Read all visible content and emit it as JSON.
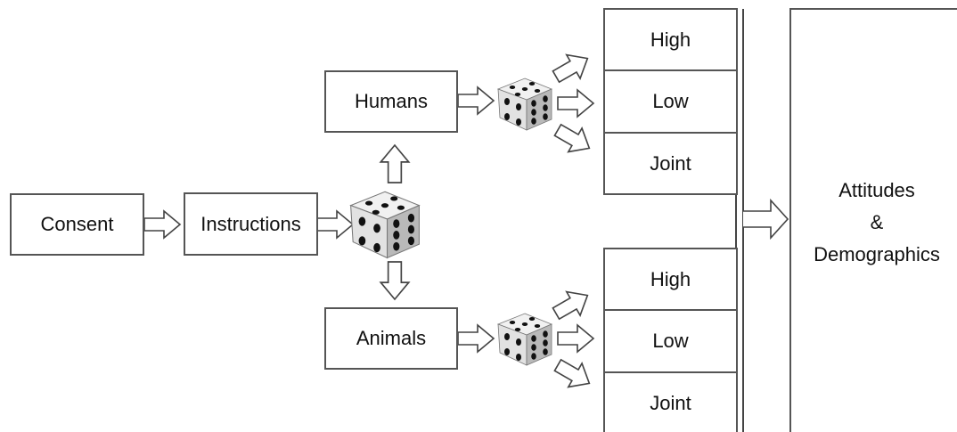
{
  "diagram": {
    "consent": "Consent",
    "instructions": "Instructions",
    "humans": "Humans",
    "animals": "Animals",
    "humans_conditions": [
      "High",
      "Low",
      "Joint"
    ],
    "animals_conditions": [
      "High",
      "Low",
      "Joint"
    ],
    "final": {
      "line1": "Attitudes",
      "line2": "&",
      "line3": "Demographics"
    },
    "icons": {
      "randomizer": "dice-icon",
      "arrow": "hollow-arrow-icon"
    },
    "colors": {
      "border": "#555555",
      "die_face": "#e6e6e6",
      "die_side": "#a9a9a9",
      "pip": "#111111"
    }
  }
}
